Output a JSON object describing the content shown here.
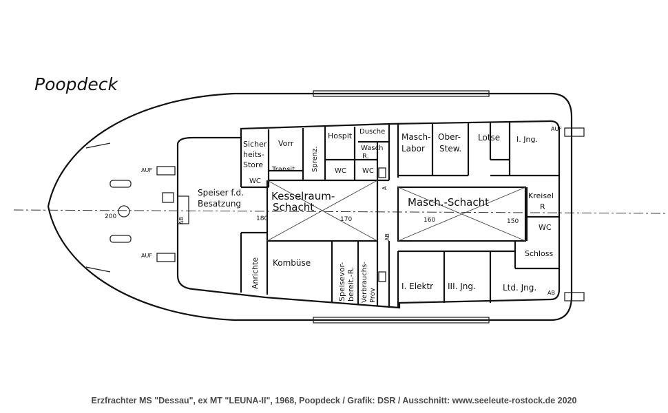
{
  "title": "Poopdeck",
  "caption": "Erzfrachter MS \"Dessau\", ex MT \"LEUNA-II\", 1968, Poopdeck / Grafik: DSR / Ausschnitt: www.seeleute-rostock.de 2020",
  "rooms": {
    "sicherheitsstore": [
      "Sicher",
      "heits-",
      "Store"
    ],
    "vorr": "Vorr",
    "transit": "Transit",
    "sprenz": "Sprenz.",
    "hospit": "Hospit",
    "dusche": "Dusche",
    "wasch": [
      "Wasch",
      "R."
    ],
    "wc": "WC",
    "maschlabor": [
      "Masch-",
      "Labor"
    ],
    "obersteward": [
      "Ober-",
      "Stew."
    ],
    "lotse": "Lotse",
    "ijng": "I. Jng.",
    "speiser": [
      "Speiser f.d.",
      "Besatzung"
    ],
    "kesselraum": [
      "Kesselraum-",
      "Schacht"
    ],
    "maschschacht": "Masch.-Schacht",
    "kreisel": [
      "Kreisel",
      "R"
    ],
    "schloss": "Schloss",
    "anrichte": "Anrichte",
    "kombuese": "Kombüse",
    "speisevorbereit": [
      "Speisevor-",
      "bereit.-R."
    ],
    "verbrauchsprov": [
      "Verbrauchs-",
      "Prov"
    ],
    "ielektr": "I. Elektr",
    "iiijng": "III. Jng.",
    "ltdjng": "Ltd. Jng."
  },
  "marks": {
    "auf": "AUF",
    "ab": "AB",
    "a": "A",
    "frames": [
      "200",
      "180",
      "170",
      "160",
      "150"
    ]
  }
}
